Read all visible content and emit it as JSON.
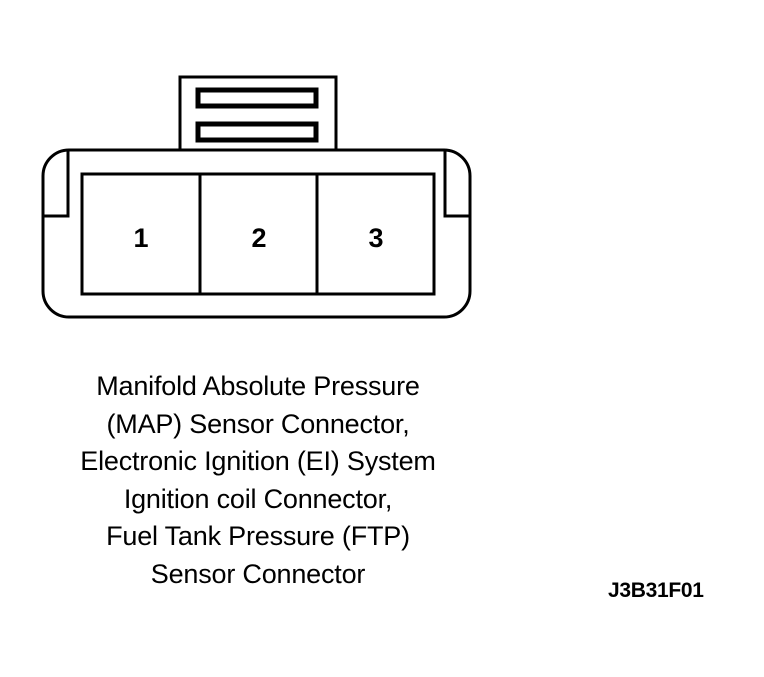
{
  "connector": {
    "pins": [
      "1",
      "2",
      "3"
    ]
  },
  "caption": {
    "lines": [
      "Manifold Absolute Pressure",
      "(MAP) Sensor Connector,",
      "Electronic Ignition (EI) System",
      "Ignition coil Connector,",
      "Fuel Tank Pressure (FTP)",
      "Sensor Connector"
    ]
  },
  "figure_id": "J3B31F01",
  "colors": {
    "ink": "#000000",
    "paper": "#ffffff"
  }
}
